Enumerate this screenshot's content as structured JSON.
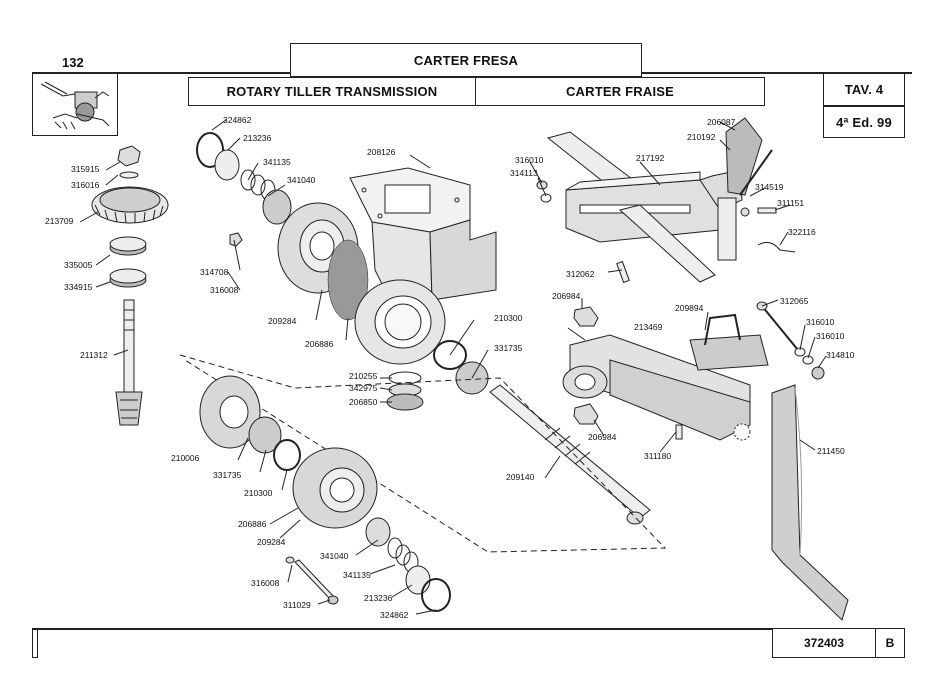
{
  "header": {
    "page_number": "132",
    "title_it": "CARTER FRESA",
    "title_en": "ROTARY TILLER TRANSMISSION",
    "title_fr": "CARTER FRAISE",
    "table": "TAV. 4",
    "edition": "4ª Ed. 99"
  },
  "footer": {
    "code": "372403",
    "revision": "B"
  },
  "parts": [
    {
      "code": "324862"
    },
    {
      "code": "213236"
    },
    {
      "code": "341135"
    },
    {
      "code": "341040"
    },
    {
      "code": "208126"
    },
    {
      "code": "315915"
    },
    {
      "code": "316016"
    },
    {
      "code": "213709"
    },
    {
      "code": "335005"
    },
    {
      "code": "334915"
    },
    {
      "code": "211312"
    },
    {
      "code": "314708"
    },
    {
      "code": "316008"
    },
    {
      "code": "209284"
    },
    {
      "code": "206886"
    },
    {
      "code": "210300"
    },
    {
      "code": "331735"
    },
    {
      "code": "210255"
    },
    {
      "code": "342975"
    },
    {
      "code": "206850"
    },
    {
      "code": "209140"
    },
    {
      "code": "210006"
    },
    {
      "code": "331735"
    },
    {
      "code": "210300"
    },
    {
      "code": "206886"
    },
    {
      "code": "209284"
    },
    {
      "code": "341040"
    },
    {
      "code": "341135"
    },
    {
      "code": "316008"
    },
    {
      "code": "213236"
    },
    {
      "code": "324862"
    },
    {
      "code": "311029"
    },
    {
      "code": "316010"
    },
    {
      "code": "314113"
    },
    {
      "code": "217192"
    },
    {
      "code": "210192"
    },
    {
      "code": "206087"
    },
    {
      "code": "314519"
    },
    {
      "code": "311151"
    },
    {
      "code": "322116"
    },
    {
      "code": "312062"
    },
    {
      "code": "206984"
    },
    {
      "code": "213469"
    },
    {
      "code": "209894"
    },
    {
      "code": "312065"
    },
    {
      "code": "316010"
    },
    {
      "code": "316010"
    },
    {
      "code": "314810"
    },
    {
      "code": "206984"
    },
    {
      "code": "311180"
    },
    {
      "code": "211450"
    }
  ]
}
